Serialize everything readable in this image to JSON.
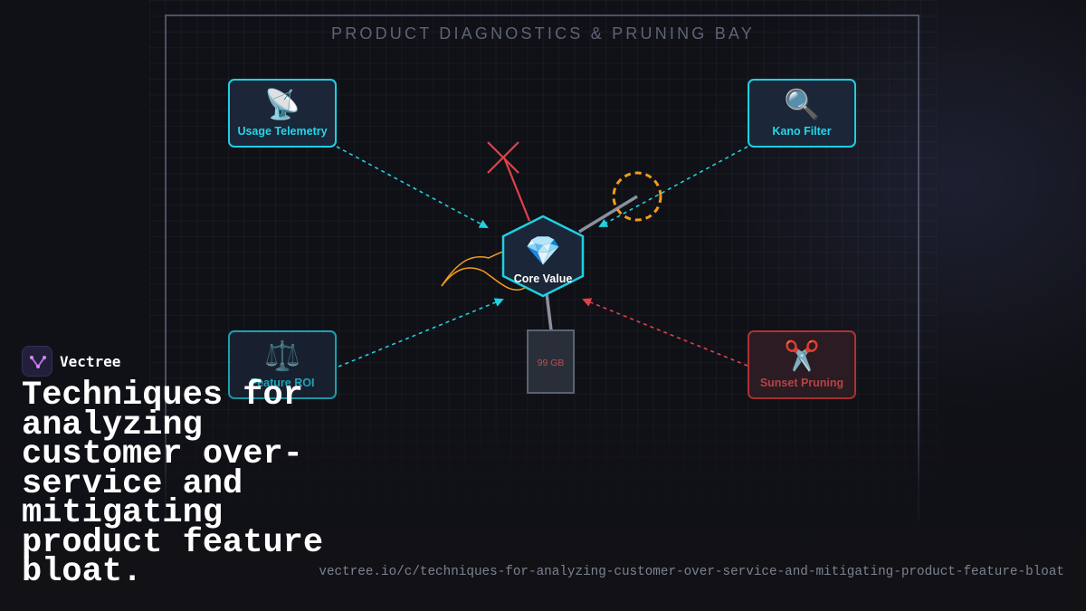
{
  "scene": {
    "title": "PRODUCT DIAGNOSTICS & PRUNING BAY",
    "nodes": {
      "usage_telemetry": {
        "icon": "satellite-antenna-icon",
        "glyph": "📡",
        "label": "Usage Telemetry"
      },
      "kano_filter": {
        "icon": "magnifying-glass-icon",
        "glyph": "🔍",
        "label": "Kano Filter"
      },
      "feature_roi": {
        "icon": "balance-scale-icon",
        "glyph": "⚖️",
        "label": "Feature ROI"
      },
      "sunset_pruning": {
        "icon": "scissors-icon",
        "glyph": "✂️",
        "label": "Sunset Pruning"
      }
    },
    "core": {
      "icon": "gem-icon",
      "glyph": "💎",
      "label": "Core Value"
    },
    "storage": {
      "label": "99 GB"
    },
    "colors": {
      "cyan": "#1fd0e2",
      "red": "#e0424a",
      "orange": "#f39c1c",
      "frame": "#4a5266"
    }
  },
  "brand": {
    "name": "Vectree"
  },
  "headline": "Techniques for analyzing customer over-service and mitigating product feature bloat.",
  "url": "vectree.io/c/techniques-for-analyzing-customer-over-service-and-mitigating-product-feature-bloat"
}
